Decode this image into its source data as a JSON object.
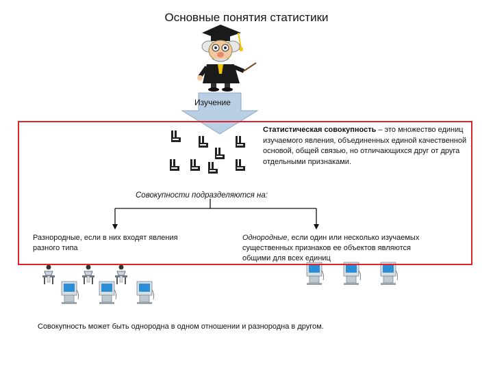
{
  "title": "Основные понятия статистики",
  "arrow_label": "Изучение",
  "definition": {
    "term": "Статистическая совокупность",
    "text": " – это множество единиц изучаемого явления, объединенных единой качественной основой, общей связью, но отличающихся друг от друга отдельными признаками."
  },
  "subdivision_label": "Совокупности подразделяются на:",
  "heterogeneous": "Разнородные, если в них входят явления разного типа",
  "homogeneous": {
    "term": "Однородные",
    "text": ", если один или несколько изучаемых существенных признаков ее объектов являются общими для всех единиц"
  },
  "footer": "Совокупность может быть однородна в одном отношении и разнородна в другом.",
  "colors": {
    "frame": "#e0222a",
    "arrow": "#b8cfe4",
    "computer_screen": "#2a8fd6"
  },
  "icons": [
    "professor-icon",
    "factory-icon",
    "person-at-desk-icon",
    "computer-icon"
  ]
}
